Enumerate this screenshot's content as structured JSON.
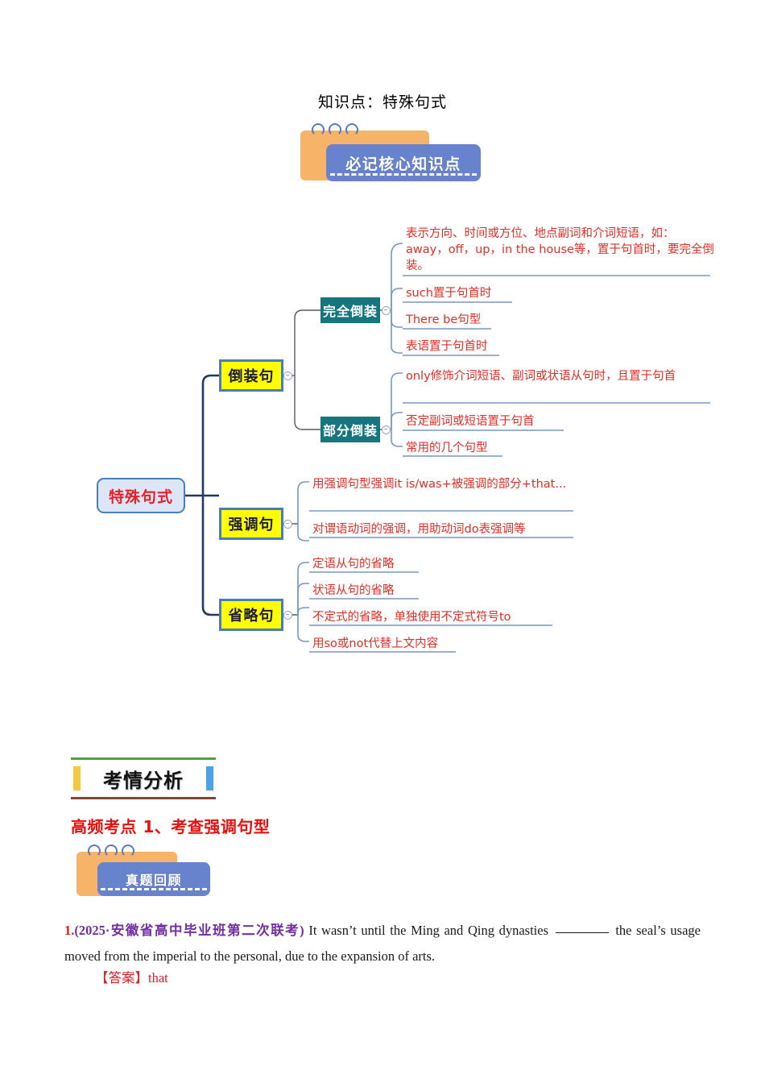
{
  "page": {
    "title": "知识点：特殊句式"
  },
  "badges": {
    "core": {
      "label": "必记核心知识点"
    },
    "review": {
      "label": "真题回顾"
    }
  },
  "mindmap": {
    "root": {
      "label": "特殊句式"
    },
    "branches": [
      {
        "label": "倒装句",
        "subs": [
          {
            "label": "完全倒装",
            "leaves": [
              "表示方向、时间或方位、地点副词和介词短语，如：away，off，up，in the house等，置于句首时，要完全倒装。",
              "such置于句首时",
              "There be句型",
              "表语置于句首时"
            ]
          },
          {
            "label": "部分倒装",
            "leaves": [
              "only修饰介词短语、副词或状语从句时，且置于句首",
              "否定副词或短语置于句首",
              "常用的几个句型"
            ]
          }
        ]
      },
      {
        "label": "强调句",
        "subs": [
          {
            "label": "",
            "leaves": [
              "用强调句型强调it is/was+被强调的部分+that...",
              "对谓语动词的强调，用助动词do表强调等"
            ]
          }
        ]
      },
      {
        "label": "省略句",
        "subs": [
          {
            "label": "",
            "leaves": [
              "定语从句的省略",
              "状语从句的省略",
              "不定式的省略，单独使用不定式符号to",
              "用so或not代替上文内容"
            ]
          }
        ]
      }
    ]
  },
  "exam_analysis": {
    "title": "考情分析",
    "hot_point": "高频考点 1、考查强调句型"
  },
  "question": {
    "number": "1.",
    "source": "(2025·安徽省高中毕业班第二次联考)",
    "text_before_blank": " It wasn’t until the Ming and Qing dynasties ",
    "text_after_blank": " the seal’s usage moved from the imperial to the personal, due to the expansion of arts.",
    "answer_label": "【答案】",
    "answer_value": "that"
  },
  "colors": {
    "accent_red": "#e02f28",
    "node_yellow": "#ffff00",
    "node_border_blue": "#4a7ebb",
    "sub_teal": "#17757d",
    "badge_orange": "#f7b368",
    "badge_blue": "#6783cd",
    "source_purple": "#7030a0"
  }
}
